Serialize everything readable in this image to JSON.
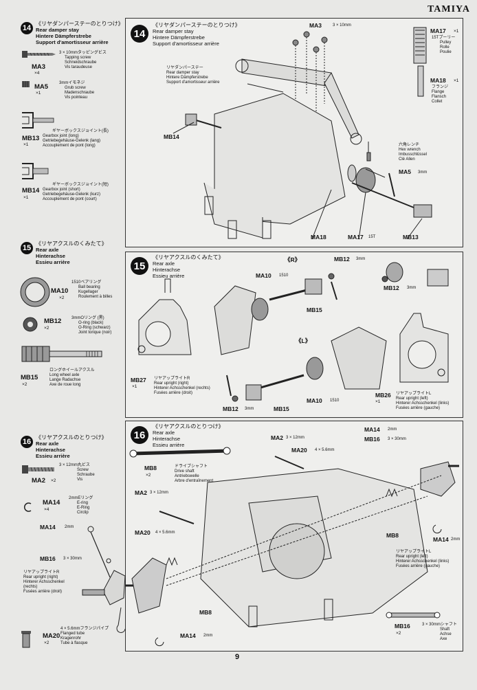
{
  "brand": "TAMIYA",
  "page_number": "9",
  "left": {
    "s14": {
      "num": "14",
      "jp": "《リヤダンパーステーのとりつけ》",
      "en": "Rear damper stay",
      "de": "Hintere Dämpferstrebe",
      "fr": "Support d'amortisseur arrière"
    },
    "s15": {
      "num": "15",
      "jp": "《リヤアクスルのくみたて》",
      "en": "Rear axle",
      "de": "Hinterachse",
      "fr": "Essieu arrière"
    },
    "s16": {
      "num": "16",
      "jp": "《リヤアクスルのとりつけ》",
      "en": "Rear axle",
      "de": "Hinterachse",
      "fr": "Essieu arrière"
    },
    "ma3": {
      "code": "MA3",
      "qty": "×4",
      "title": "3 × 10mmタッピングビス",
      "d1": "Tapping screw",
      "d2": "Schneidschraube",
      "d3": "Vis taraudeuse"
    },
    "ma5": {
      "code": "MA5",
      "qty": "×1",
      "title": "3mmイモネジ",
      "d1": "Grub screw",
      "d2": "Madenschraube",
      "d3": "Vis pointeau"
    },
    "mb13": {
      "code": "MB13",
      "qty": "×1",
      "title": "ギヤーボックスジョイント(長)",
      "d1": "Gearbox joint (long)",
      "d2": "Getriebegehäuse-Gelenk (lang)",
      "d3": "Accouplement de pont (long)"
    },
    "mb14": {
      "code": "MB14",
      "qty": "×1",
      "title": "ギヤーボックスジョイント(短)",
      "d1": "Gearbox joint (short)",
      "d2": "Getriebegehäuse-Gelenk (kurz)",
      "d3": "Accouplement de pont (court)"
    },
    "ma10": {
      "code": "MA10",
      "qty": "×2",
      "title": "1510ベアリング",
      "d1": "Ball bearing",
      "d2": "Kugellager",
      "d3": "Roulement à billes"
    },
    "mb12": {
      "code": "MB12",
      "qty": "×2",
      "title": "3mmOリング (黒)",
      "d1": "O-ring (black)",
      "d2": "O-Ring (schwarz)",
      "d3": "Joint torique (noir)"
    },
    "mb15": {
      "code": "MB15",
      "qty": "×2",
      "title": "ロングホイールアクスル",
      "d1": "Long wheel axle",
      "d2": "Lange Radachse",
      "d3": "Axe de roue long"
    },
    "ma2": {
      "code": "MA2",
      "qty": "×2",
      "title": "3 × 12mm丸ビス",
      "d1": "Screw",
      "d2": "Schraube",
      "d3": "Vis"
    },
    "ma14": {
      "code": "MA14",
      "qty": "×4",
      "title": "2mmEリング",
      "d1": "E-ring",
      "d2": "E-Ring",
      "d3": "Circlip"
    },
    "ma14b": "MA14",
    "mm2": "2mm",
    "mb16": "MB16",
    "mm330": "3 × 30mm",
    "upright_r": {
      "jp": "リヤアップライトR",
      "d1": "Rear upright (right)",
      "d2": "Hinterer Achsschenkel",
      "d3": "(rechts)",
      "d4": "Fusées arrière (droit)"
    },
    "ma20": {
      "code": "MA20",
      "qty": "×2",
      "title": "4 × 5.6mmフランジパイプ",
      "d1": "Flanged tube",
      "d2": "Kragenrohr",
      "d3": "Tube à flasque"
    }
  },
  "p14": {
    "num": "14",
    "jp": "《リヤダンパーステーのとりつけ》",
    "en": "Rear damper stay",
    "de": "Hintere Dämpferstrebe",
    "fr": "Support d'amortisseur arrière",
    "ma3": "MA3",
    "ma3mm": "3 × 10mm",
    "stay_jp": "リヤダンパーステー",
    "stay_en": "Rear damper stay",
    "stay_de": "Hintere Dämpferstrebe",
    "stay_fr": "Support d'amortisseur arrière",
    "mb14": "MB14",
    "ma17": "MA17",
    "ma17q": "×1",
    "ma17jp": "15Tプーリー",
    "ma17d1": "Pulley",
    "ma17d2": "Rolle",
    "ma17d3": "Poulie",
    "ma18": "MA18",
    "ma18q": "×1",
    "ma18jp": "フランジ",
    "ma18d1": "Flange",
    "ma18d2": "Flansch",
    "ma18d3": "Collet",
    "hex_jp": "六角レンチ",
    "hex1": "Hex wrench",
    "hex2": "Imbusschlüssel",
    "hex3": "Clé Allen",
    "ma5": "MA5",
    "ma5mm": "3mm",
    "b_ma18": "MA18",
    "b_ma17": "MA17",
    "b_15t": "15T",
    "b_mb13": "MB13"
  },
  "p15": {
    "num": "15",
    "jp": "《リヤアクスルのくみたて》",
    "en": "Rear axle",
    "de": "Hinterachse",
    "fr": "Essieu arrière",
    "r": "《R》",
    "l": "《L》",
    "mb12a": "MB12",
    "mm3a": "3mm",
    "ma10a": "MA10",
    "n1510a": "1510",
    "mb15a": "MB15",
    "mb12b": "MB12",
    "mm3b": "3mm",
    "mb27": "MB27",
    "mb27q": "×1",
    "ur_jp": "リヤアップライトR",
    "ur1": "Rear upright (right)",
    "ur2": "Hinterer Achsschenkel (rechts)",
    "ur3": "Fusées arrière (droit)",
    "mb12c": "MB12",
    "mm3c": "3mm",
    "mb15b": "MB15",
    "ma10b": "MA10",
    "n1510b": "1510",
    "mb26": "MB26",
    "mb26q": "×1",
    "ul_jp": "リヤアップライトL",
    "ul1": "Rear upright (left)",
    "ul2": "Hinterer Achsschenkel (links)",
    "ul3": "Fusées arrière (gauche)"
  },
  "p16": {
    "num": "16",
    "jp": "《リヤアクスルのとりつけ》",
    "en": "Rear axle",
    "de": "Hinterachse",
    "fr": "Essieu arrière",
    "mb8": "MB8",
    "mb8q": "×2",
    "ds_jp": "ドライブシャフト",
    "ds1": "Drive shaft",
    "ds2": "Antriebswelle",
    "ds3": "Arbre d'entraînement",
    "ma2a": "MA2",
    "ma2amm": "3 × 12mm",
    "ma20a": "MA20",
    "ma20amm": "4 × 5.6mm",
    "ma14a": "MA14",
    "ma14amm": "2mm",
    "mb16a": "MB16",
    "mb16amm": "3 × 30mm",
    "ma2b": "MA2",
    "ma2bmm": "3 × 12mm",
    "ma20b": "MA20",
    "ma20bmm": "4 × 5.6mm",
    "mb8a": "MB8",
    "mb8b": "MB8",
    "ma14b": "MA14",
    "ma14bmm": "2mm",
    "ma14c": "MA14",
    "ma14cmm": "2mm",
    "ul_jp": "リヤアップライトL",
    "ul1": "Rear upright (left)",
    "ul2": "Hinterer Achsschenkel (links)",
    "ul3": "Fusées arrière (gauche)",
    "mb16b": "MB16",
    "mb16bq": "×2",
    "mb16bmm": "3 × 30mmシャフト",
    "sh1": "Shaft",
    "sh2": "Achse",
    "sh3": "Axe"
  }
}
